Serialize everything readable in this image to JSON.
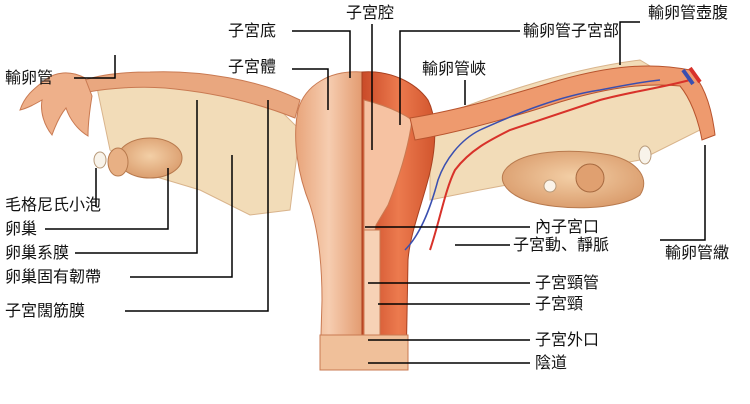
{
  "labels": {
    "fundus": "子宮底",
    "cavity": "子宮腔",
    "tube_uterine_part": "輸卵管子宮部",
    "ampulla": "輸卵管壺腹",
    "body": "子宮體",
    "isthmus": "輸卵管峽",
    "tube": "輸卵管",
    "morgagni": "毛格尼氏小泡",
    "ovary": "卵巢",
    "mesovarium": "卵巢系膜",
    "ovarian_ligament": "卵巢固有韌帶",
    "broad_ligament": "子宮闊筋膜",
    "internal_os": "內子宮口",
    "vessels": "子宮動、靜脈",
    "fimbriae": "輸卵管繖",
    "cervical_canal": "子宮頸管",
    "cervix": "子宮頸",
    "external_os": "子宮外口",
    "vagina": "陰道"
  },
  "colors": {
    "tissue": "#e9b48c",
    "tissue_dark": "#c9744a",
    "muscle": "#e05a32",
    "mucosa": "#f6c2a2",
    "artery": "#d8322a",
    "vein": "#3a4fb0",
    "ligament": "#f2dcb8",
    "ovary": "#e7b788",
    "leader": "#000000"
  }
}
